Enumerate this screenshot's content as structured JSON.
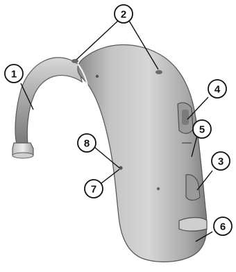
{
  "callouts": [
    {
      "id": "1",
      "label": "1"
    },
    {
      "id": "2",
      "label": "2"
    },
    {
      "id": "3",
      "label": "3"
    },
    {
      "id": "4",
      "label": "4"
    },
    {
      "id": "5",
      "label": "5"
    },
    {
      "id": "6",
      "label": "6"
    },
    {
      "id": "7",
      "label": "7"
    },
    {
      "id": "8",
      "label": "8"
    }
  ],
  "colors": {
    "body_fill": "#bdbdbd",
    "body_shadow": "#8e8e8e",
    "body_highlight": "#e6e6e6",
    "outline": "#5a5a5a",
    "label_stroke": "#111111"
  }
}
